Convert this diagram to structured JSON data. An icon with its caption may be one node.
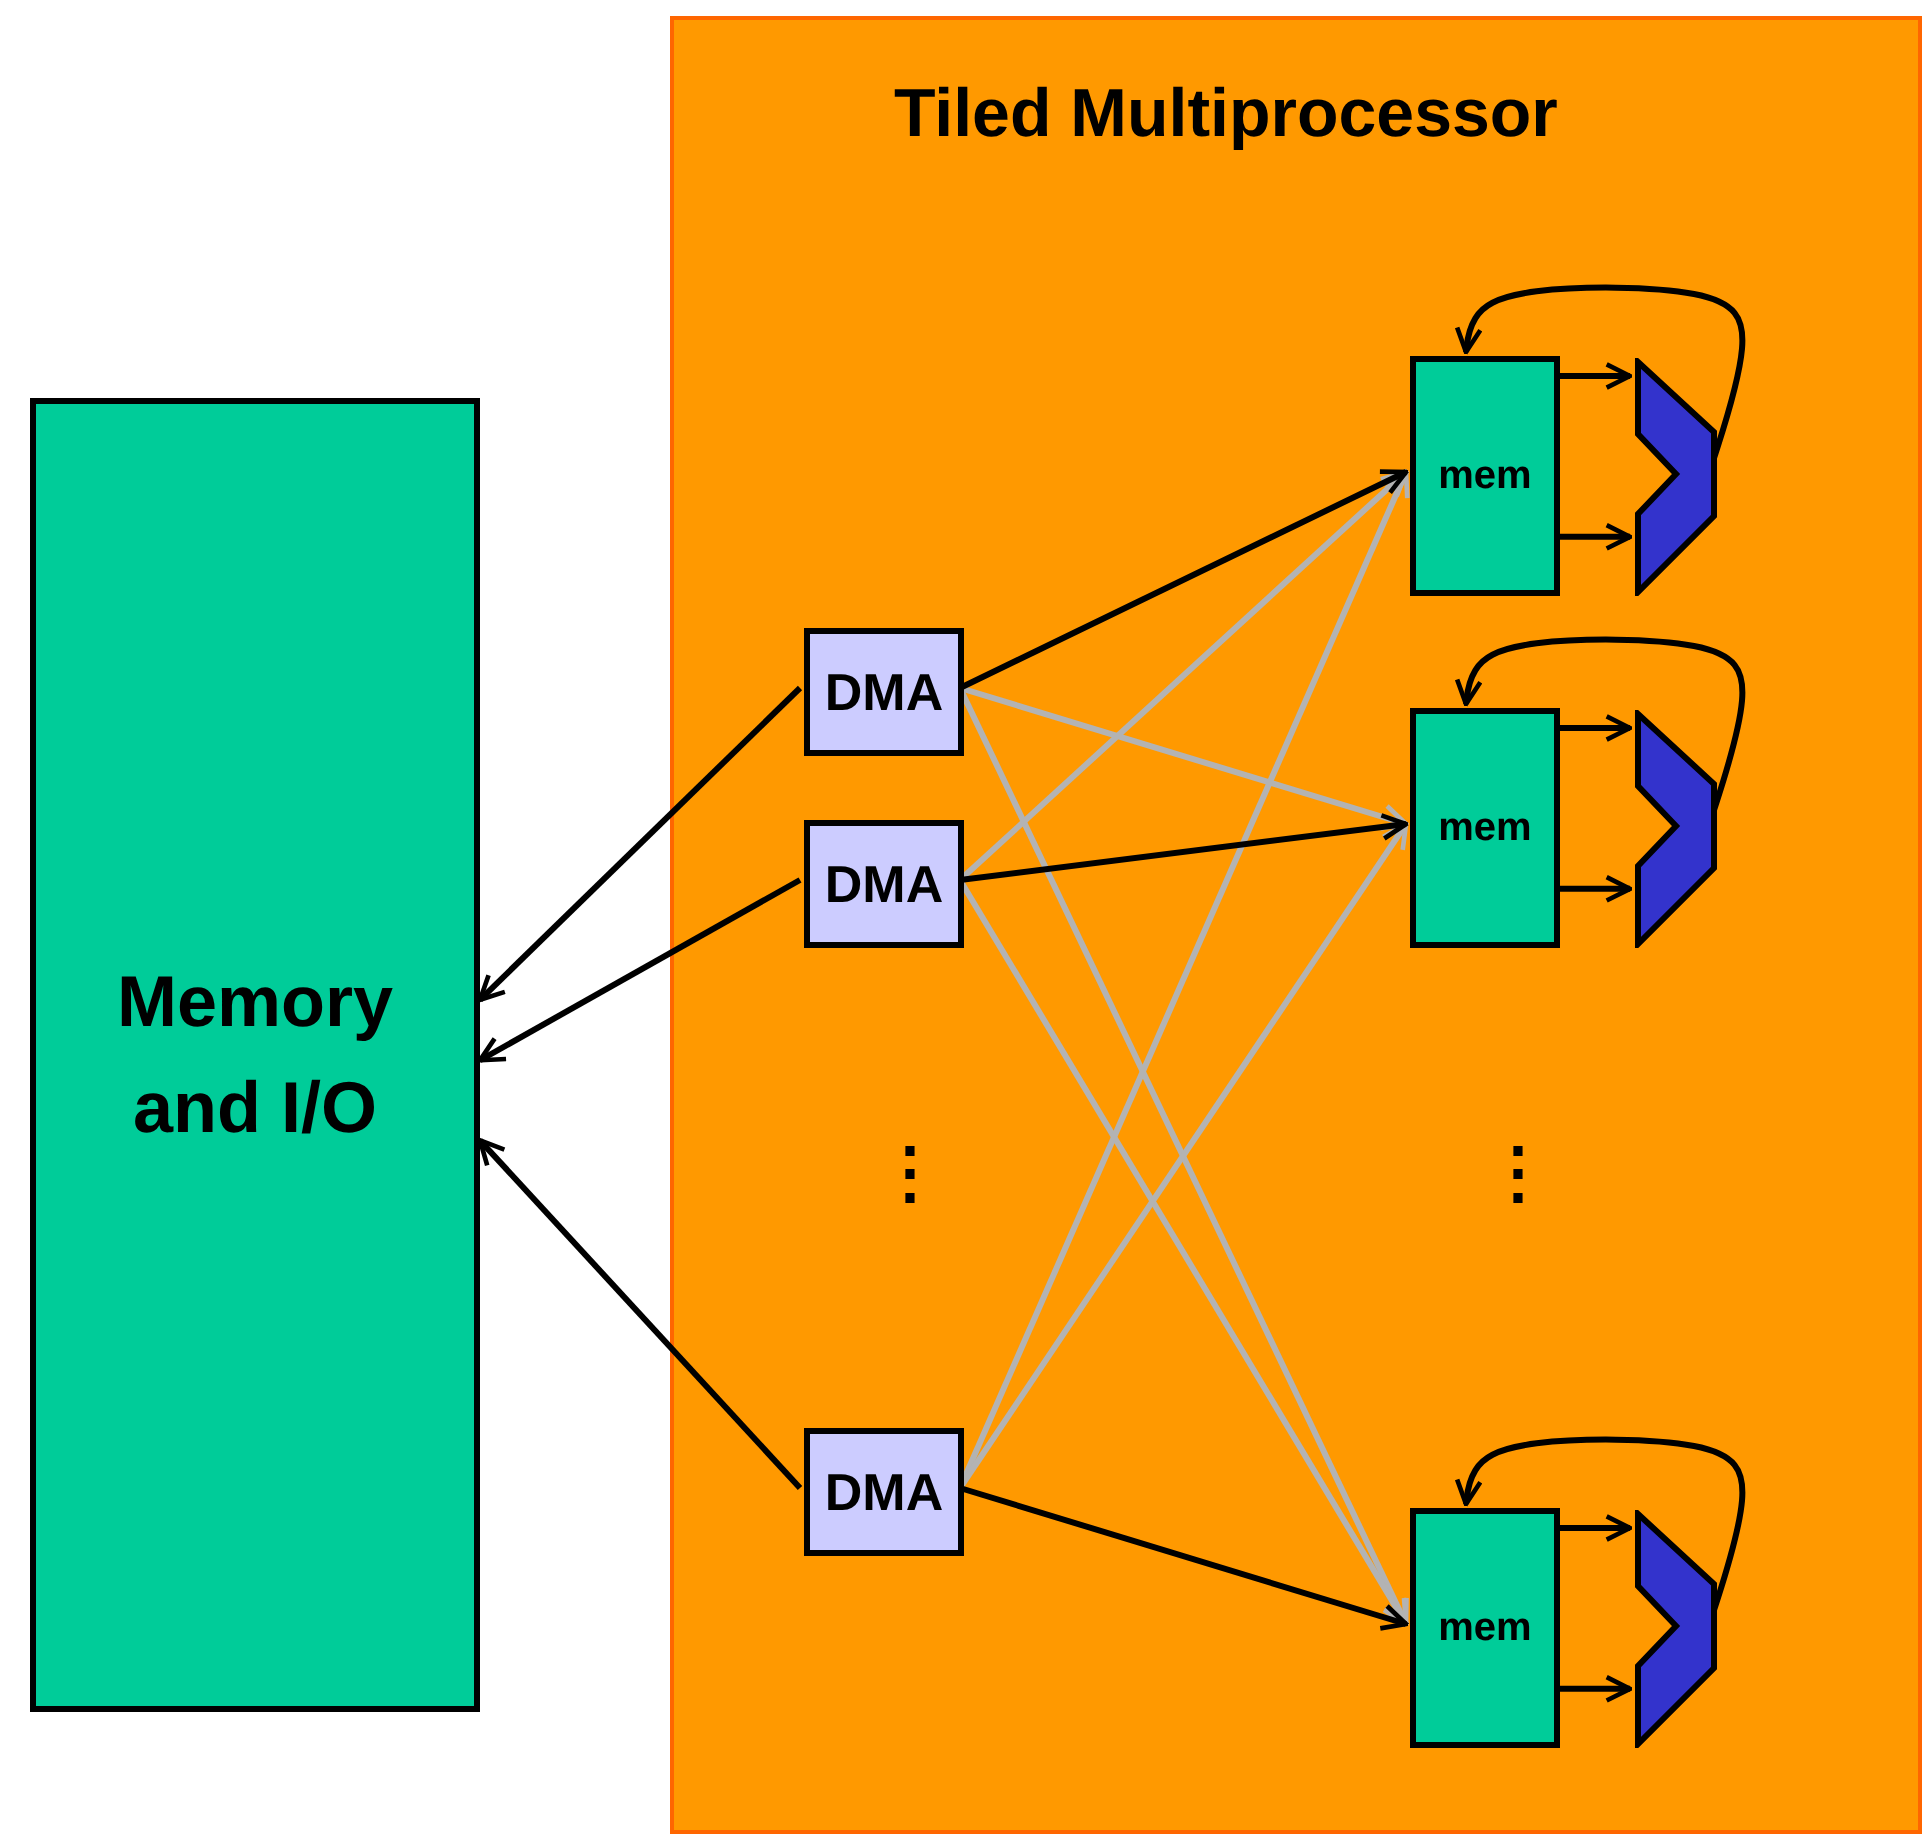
{
  "diagram": {
    "nodes": [
      {
        "text": [
          "Tiled Multiprocessor"
        ]
      },
      {
        "text": [
          "Memory and I/O"
        ]
      },
      {
        "text": [
          "DMA"
        ],
        "in": 0
      },
      {
        "text": [
          "DMA"
        ],
        "in": 0
      },
      {
        "text": [
          "DMA"
        ],
        "in": 0
      },
      {
        "text": [
          "mem"
        ],
        "in": 0
      },
      {
        "text": [
          "mem"
        ],
        "in": 0
      },
      {
        "text": [
          "mem"
        ],
        "in": 0
      },
      {
        "text": [],
        "shape": "alu",
        "in": 0
      },
      {
        "text": [],
        "shape": "alu",
        "in": 0
      },
      {
        "text": [],
        "shape": "alu",
        "in": 0
      }
    ],
    "edges": [
      {
        "from": 2,
        "to": 1,
        "arrow": "to"
      },
      {
        "from": 3,
        "to": 1,
        "arrow": "to"
      },
      {
        "from": 4,
        "to": 1,
        "arrow": "to"
      },
      {
        "from": 2,
        "to": 5,
        "arrow": "to"
      },
      {
        "from": 2,
        "to": 6,
        "arrow": "to",
        "color": "#b3b3b3"
      },
      {
        "from": 2,
        "to": 7,
        "arrow": "to",
        "color": "#b3b3b3"
      },
      {
        "from": 3,
        "to": 5,
        "arrow": "to",
        "color": "#b3b3b3"
      },
      {
        "from": 3,
        "to": 6,
        "arrow": "to"
      },
      {
        "from": 3,
        "to": 7,
        "arrow": "to",
        "color": "#b3b3b3"
      },
      {
        "from": 4,
        "to": 5,
        "arrow": "to",
        "color": "#b3b3b3"
      },
      {
        "from": 4,
        "to": 6,
        "arrow": "to",
        "color": "#b3b3b3"
      },
      {
        "from": 4,
        "to": 7,
        "arrow": "to"
      },
      {
        "from": 5,
        "to": 8,
        "arrow": "to"
      },
      {
        "from": 5,
        "to": 8,
        "arrow": "to"
      },
      {
        "from": 6,
        "to": 9,
        "arrow": "to"
      },
      {
        "from": 6,
        "to": 9,
        "arrow": "to"
      },
      {
        "from": 7,
        "to": 10,
        "arrow": "to"
      },
      {
        "from": 7,
        "to": 10,
        "arrow": "to"
      },
      {
        "from": 8,
        "to": 5,
        "arrow": "to"
      },
      {
        "from": 9,
        "to": 6,
        "arrow": "to"
      },
      {
        "from": 10,
        "to": 7,
        "arrow": "to"
      }
    ],
    "labels": [
      "⋮",
      "⋮"
    ]
  }
}
